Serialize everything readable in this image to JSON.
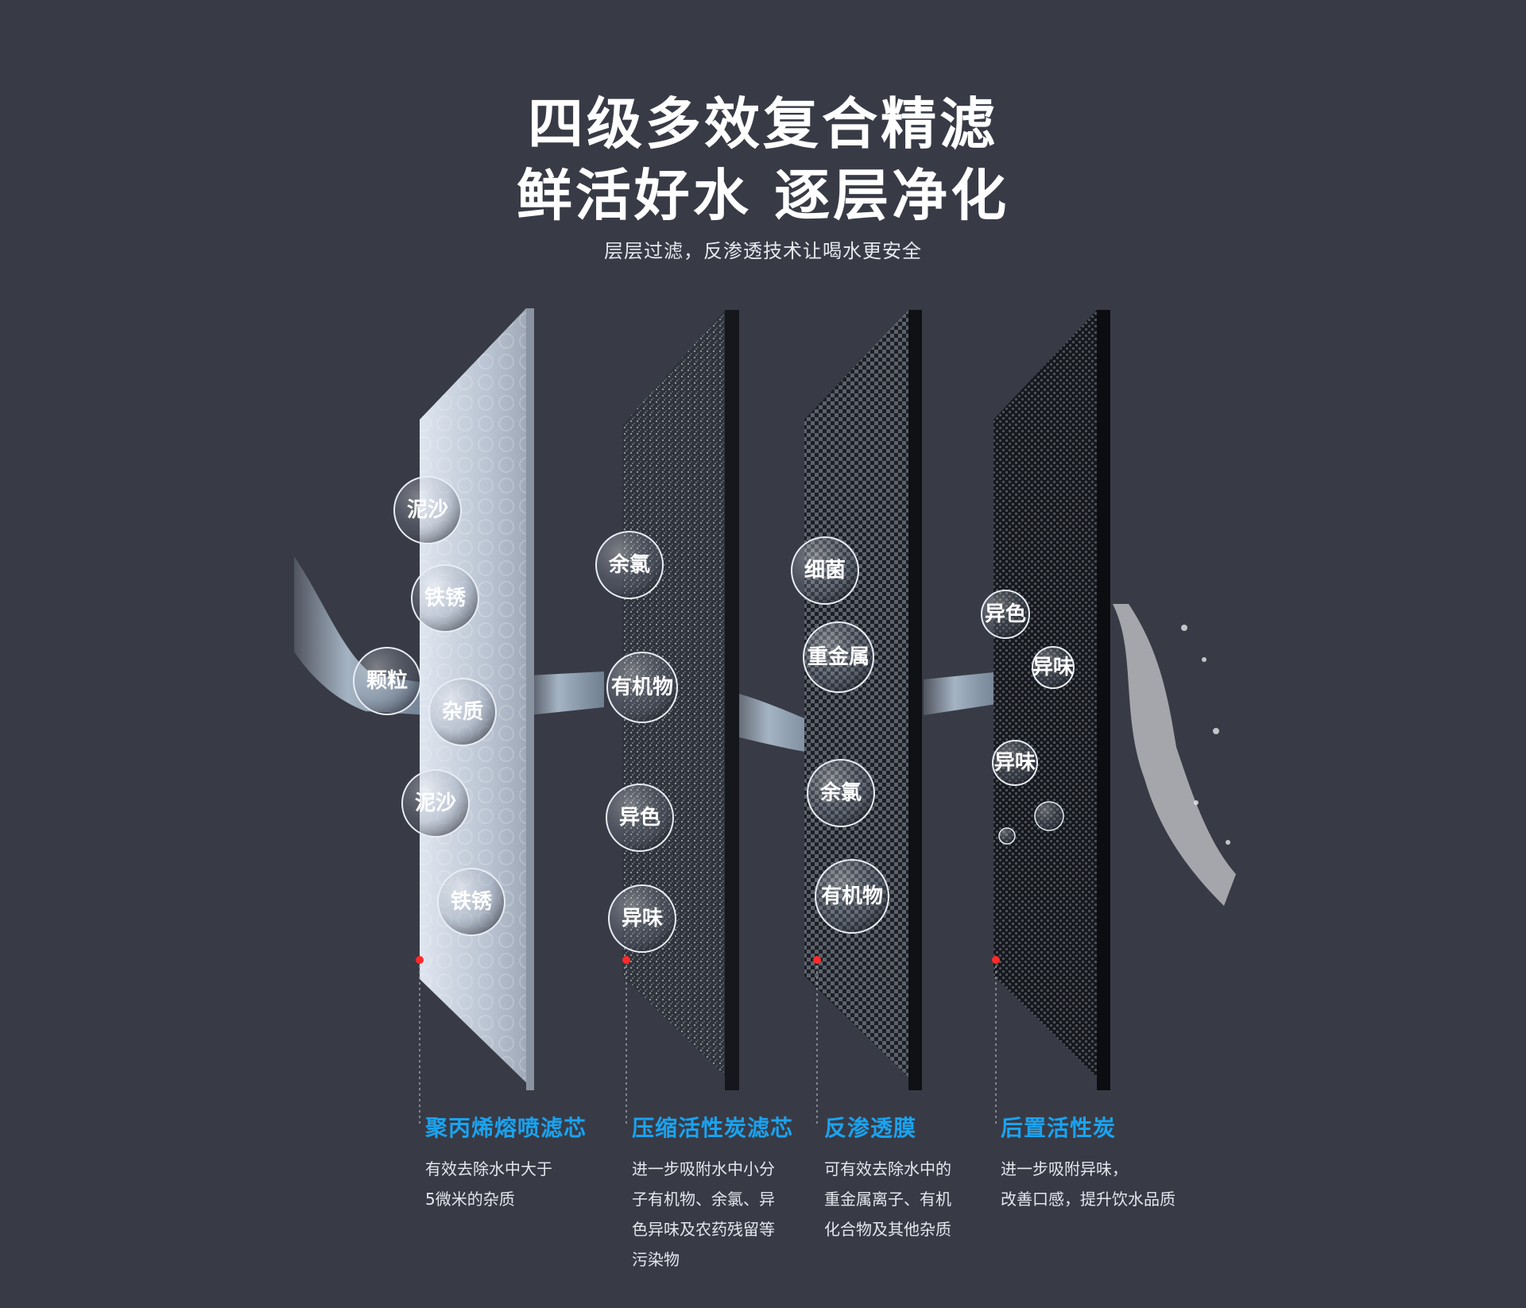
{
  "header": {
    "title_line1": "四级多效复合精滤",
    "title_line2": "鲜活好水 逐层净化",
    "subtitle": "层层过滤，反渗透技术让喝水更安全"
  },
  "colors": {
    "background": "#383b46",
    "accent": "#1aa3f0",
    "marker": "#ff2a2a"
  },
  "layers": [
    {
      "name": "聚丙烯熔喷滤芯",
      "desc": [
        "有效去除水中大于",
        "5微米的杂质"
      ],
      "bubbles": [
        "泥沙",
        "铁锈",
        "颗粒",
        "杂质",
        "泥沙",
        "铁锈"
      ]
    },
    {
      "name": "压缩活性炭滤芯",
      "desc": [
        "进一步吸附水中小分",
        "子有机物、余氯、异",
        "色异味及农药残留等",
        "污染物"
      ],
      "bubbles": [
        "余氯",
        "有机物",
        "异色",
        "异味"
      ]
    },
    {
      "name": "反渗透膜",
      "desc": [
        "可有效去除水中的",
        "重金属离子、有机",
        "化合物及其他杂质"
      ],
      "bubbles": [
        "细菌",
        "重金属",
        "余氯",
        "有机物"
      ]
    },
    {
      "name": "后置活性炭",
      "desc": [
        "进一步吸附异味，",
        "改善口感，提升饮水品质"
      ],
      "bubbles": [
        "异色",
        "异味",
        "异味"
      ]
    }
  ]
}
